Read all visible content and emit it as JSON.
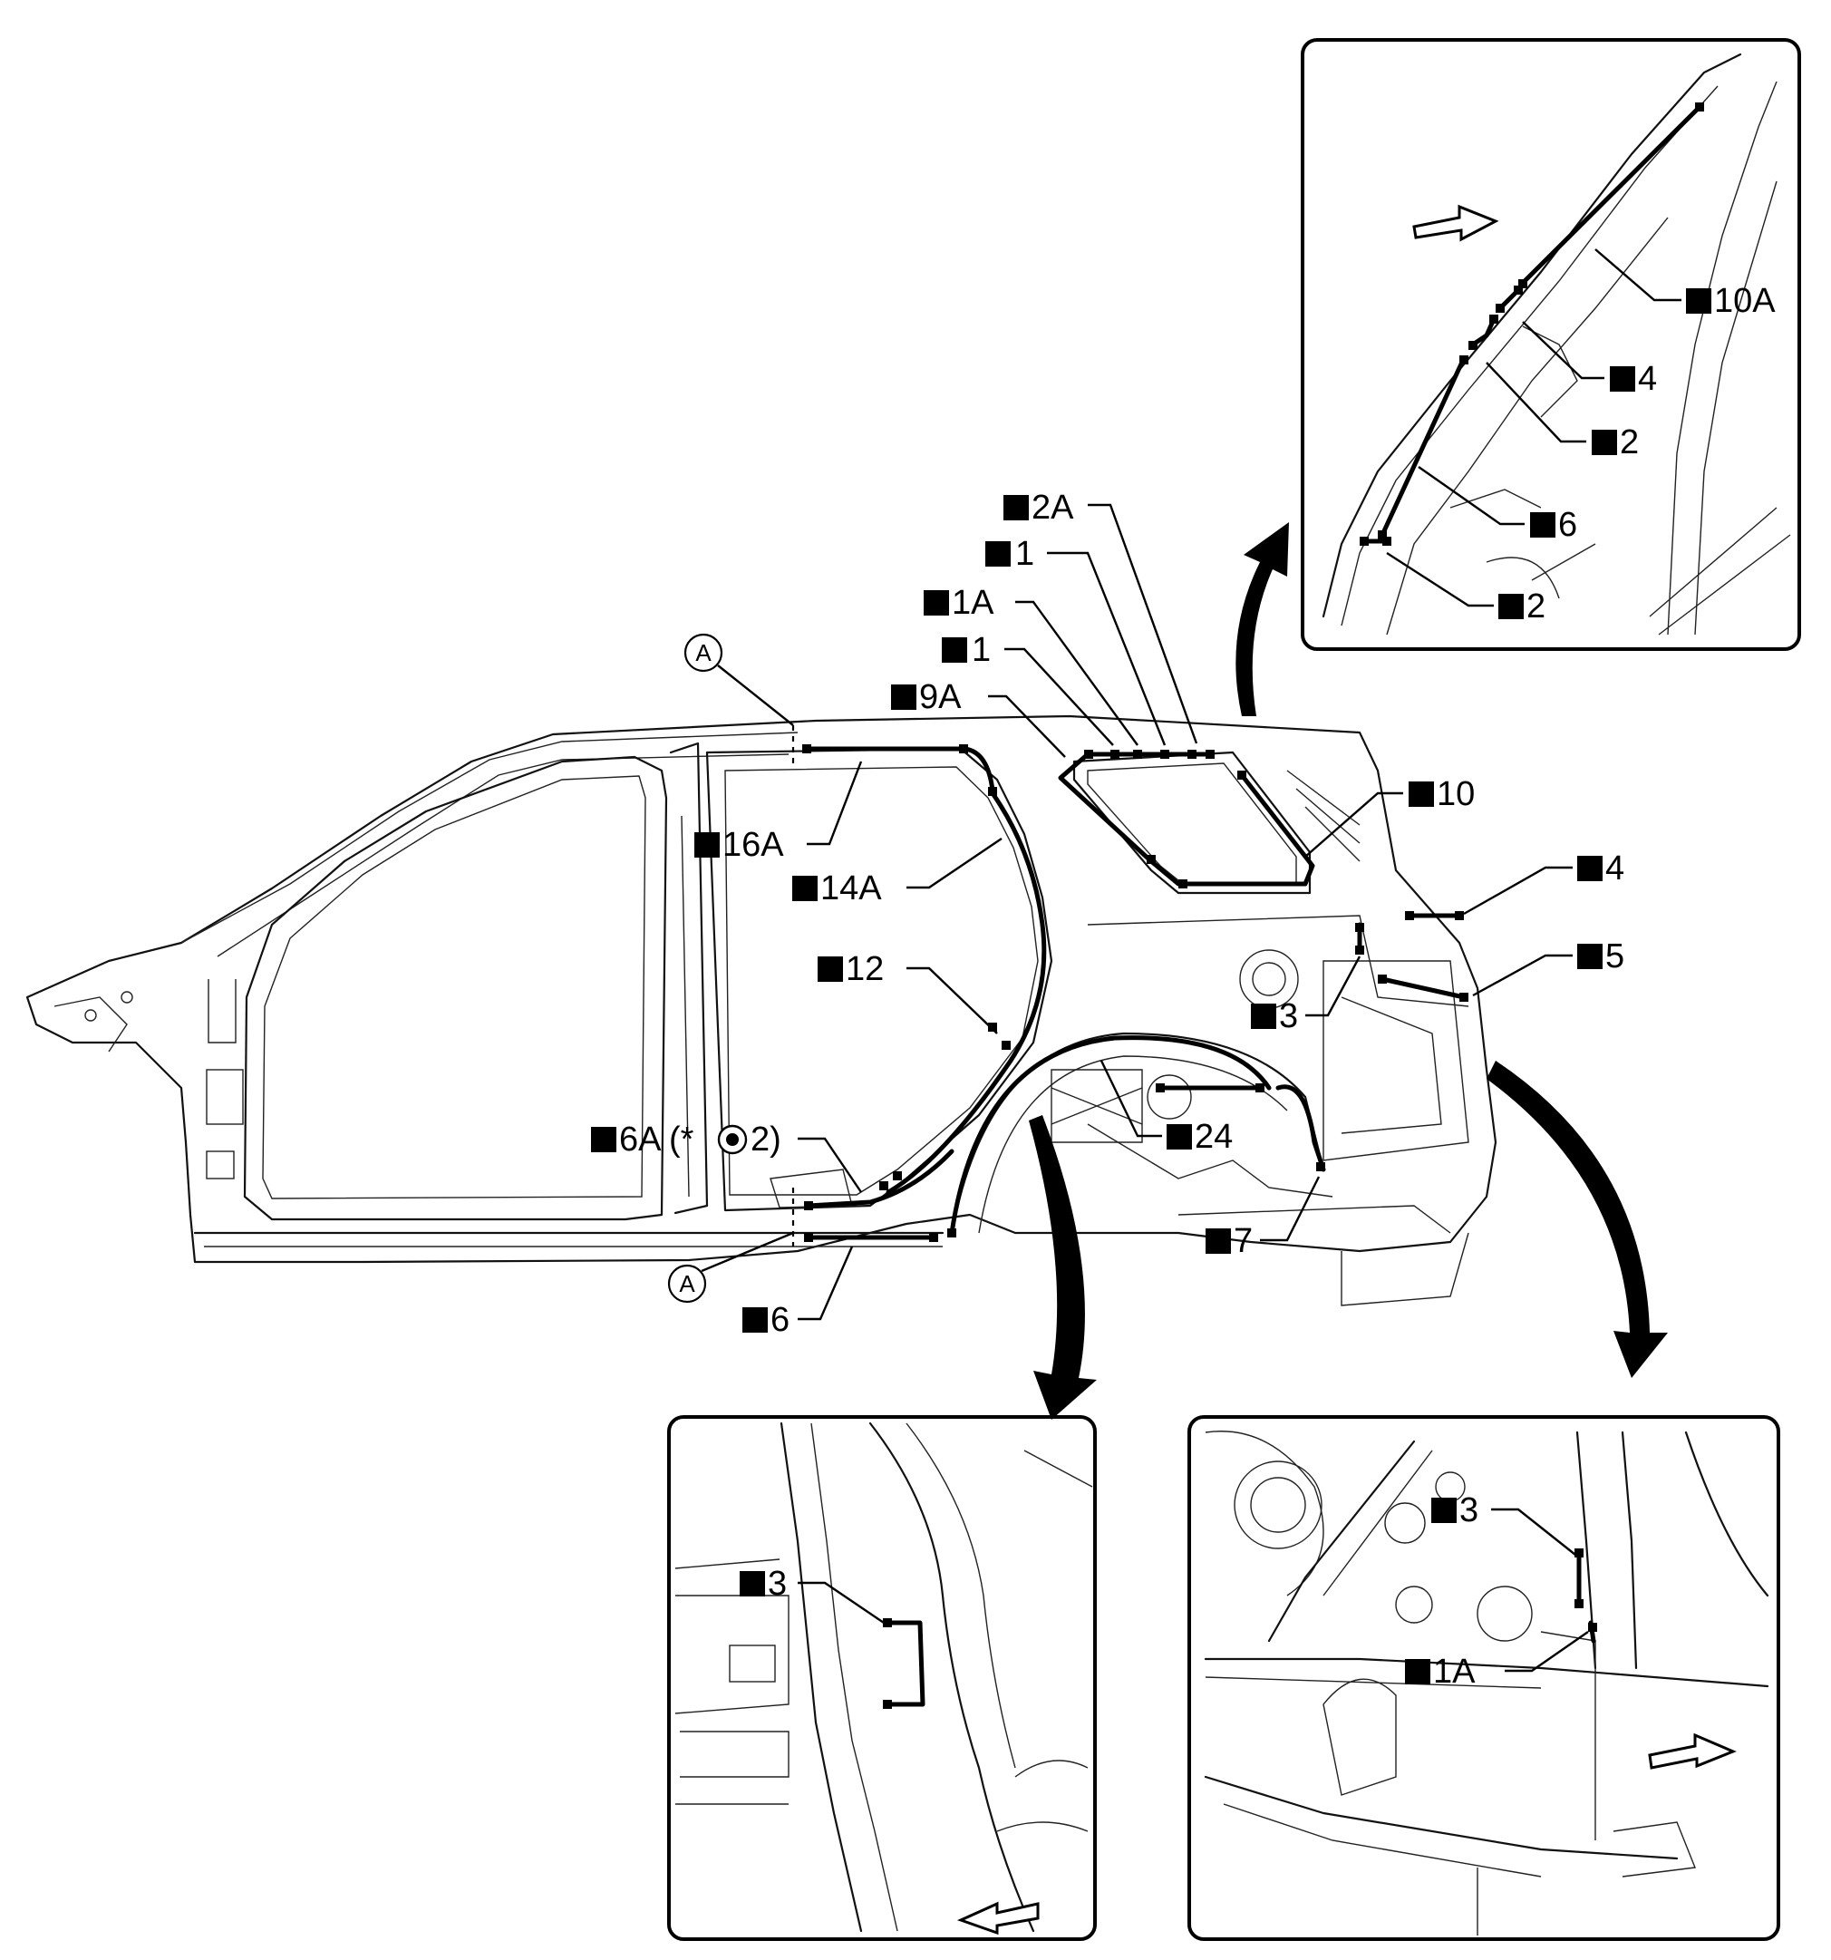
{
  "reference_mark": "A",
  "main_view": {
    "labels": {
      "l2A": "2A",
      "l1_top": "1",
      "l1A_top": "1A",
      "l1_second": "1",
      "l9A": "9A",
      "l16A": "16A",
      "l14A": "14A",
      "l12": "12",
      "l6A": "6A (*",
      "l6A_tail": "2)",
      "l6": "6",
      "l10": "10",
      "l4": "4",
      "l5": "5",
      "l3": "3",
      "l24": "24",
      "l7": "7"
    }
  },
  "inset_top": {
    "labels": {
      "l10A": "10A",
      "l4": "4",
      "l2_upper": "2",
      "l6": "6",
      "l2_lower": "2"
    }
  },
  "inset_bottom_left": {
    "labels": {
      "l3": "3"
    }
  },
  "inset_bottom_right": {
    "labels": {
      "l3": "3",
      "l1A": "1A"
    }
  }
}
